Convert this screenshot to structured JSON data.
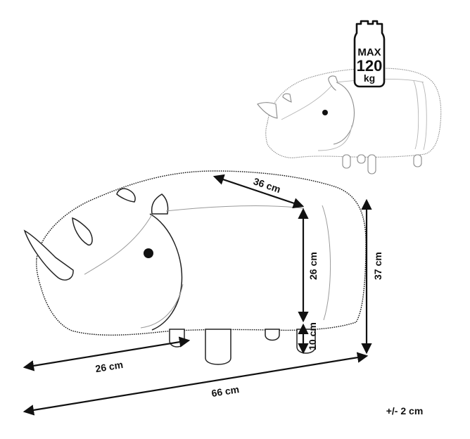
{
  "weight_badge": {
    "top_text": "MAX",
    "number_text": "120",
    "unit_text": "kg"
  },
  "dimensions": {
    "back_length": "36 cm",
    "seat_height": "26 cm",
    "total_height": "37 cm",
    "leg_height": "10 cm",
    "head_length": "26 cm",
    "total_length": "66 cm"
  },
  "tolerance": "+/- 2 cm",
  "icons": {
    "weight": "kettlebell-icon",
    "product": "rhino-stool-illustration"
  }
}
